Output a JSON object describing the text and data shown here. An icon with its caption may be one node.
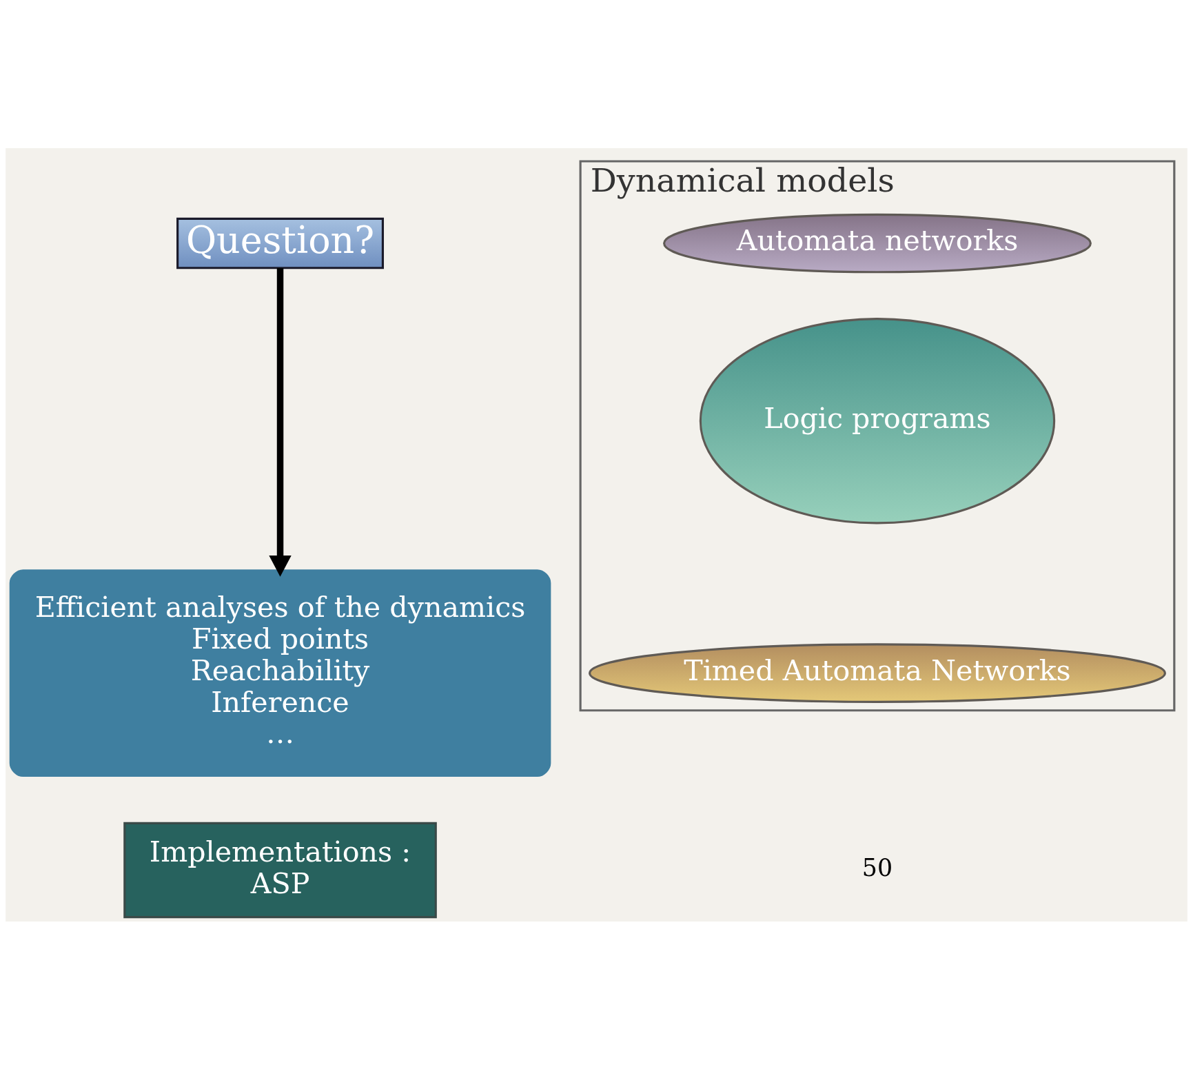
{
  "diagram": {
    "nodes": [
      {
        "text": [
          "Question?"
        ]
      },
      {
        "text": [
          "Dynamical models"
        ]
      },
      {
        "text": [
          "Automata networks"
        ],
        "in": 1
      },
      {
        "text": [
          "Logic programs"
        ],
        "in": 1
      },
      {
        "text": [
          "Timed Automata Networks"
        ],
        "in": 1
      },
      {
        "text": [
          "Efficient analyses of the dynamics",
          "Fixed points",
          "Reachability",
          "Inference",
          "…"
        ]
      },
      {
        "text": [
          "Implementations :",
          "ASP"
        ]
      }
    ],
    "edges": [
      {
        "from": 0,
        "to": 5,
        "arrow": "to"
      }
    ],
    "labels": [
      "50"
    ]
  }
}
